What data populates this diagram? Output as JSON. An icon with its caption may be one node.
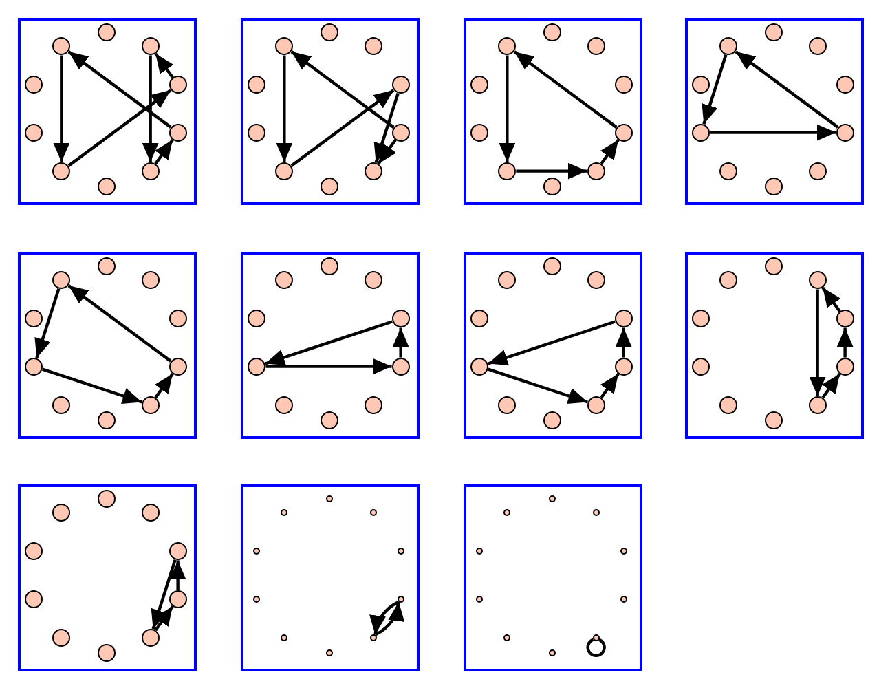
{
  "diagram": {
    "nodes": [
      {
        "text": [],
        "shape": "box"
      },
      {
        "text": [],
        "shape": "circle",
        "in": 0
      },
      {
        "text": [],
        "shape": "circle",
        "in": 0
      },
      {
        "text": [],
        "shape": "circle",
        "in": 0
      },
      {
        "text": [],
        "shape": "circle",
        "in": 0
      },
      {
        "text": [],
        "shape": "circle",
        "in": 0
      },
      {
        "text": [],
        "shape": "circle",
        "in": 0
      },
      {
        "text": [],
        "shape": "circle",
        "in": 0
      },
      {
        "text": [],
        "shape": "circle",
        "in": 0
      },
      {
        "text": [],
        "shape": "circle",
        "in": 0
      },
      {
        "text": [],
        "shape": "circle",
        "in": 0
      },
      {
        "text": [],
        "shape": "box"
      },
      {
        "text": [],
        "shape": "circle",
        "in": 11
      },
      {
        "text": [],
        "shape": "circle",
        "in": 11
      },
      {
        "text": [],
        "shape": "circle",
        "in": 11
      },
      {
        "text": [],
        "shape": "circle",
        "in": 11
      },
      {
        "text": [],
        "shape": "circle",
        "in": 11
      },
      {
        "text": [],
        "shape": "circle",
        "in": 11
      },
      {
        "text": [],
        "shape": "circle",
        "in": 11
      },
      {
        "text": [],
        "shape": "circle",
        "in": 11
      },
      {
        "text": [],
        "shape": "circle",
        "in": 11
      },
      {
        "text": [],
        "shape": "circle",
        "in": 11
      },
      {
        "text": [],
        "shape": "box"
      },
      {
        "text": [],
        "shape": "circle",
        "in": 22
      },
      {
        "text": [],
        "shape": "circle",
        "in": 22
      },
      {
        "text": [],
        "shape": "circle",
        "in": 22
      },
      {
        "text": [],
        "shape": "circle",
        "in": 22
      },
      {
        "text": [],
        "shape": "circle",
        "in": 22
      },
      {
        "text": [],
        "shape": "circle",
        "in": 22
      },
      {
        "text": [],
        "shape": "circle",
        "in": 22
      },
      {
        "text": [],
        "shape": "circle",
        "in": 22
      },
      {
        "text": [],
        "shape": "circle",
        "in": 22
      },
      {
        "text": [],
        "shape": "circle",
        "in": 22
      },
      {
        "text": [],
        "shape": "box"
      },
      {
        "text": [],
        "shape": "circle",
        "in": 33
      },
      {
        "text": [],
        "shape": "circle",
        "in": 33
      },
      {
        "text": [],
        "shape": "circle",
        "in": 33
      },
      {
        "text": [],
        "shape": "circle",
        "in": 33
      },
      {
        "text": [],
        "shape": "circle",
        "in": 33
      },
      {
        "text": [],
        "shape": "circle",
        "in": 33
      },
      {
        "text": [],
        "shape": "circle",
        "in": 33
      },
      {
        "text": [],
        "shape": "circle",
        "in": 33
      },
      {
        "text": [],
        "shape": "circle",
        "in": 33
      },
      {
        "text": [],
        "shape": "circle",
        "in": 33
      },
      {
        "text": [],
        "shape": "box"
      },
      {
        "text": [],
        "shape": "circle",
        "in": 44
      },
      {
        "text": [],
        "shape": "circle",
        "in": 44
      },
      {
        "text": [],
        "shape": "circle",
        "in": 44
      },
      {
        "text": [],
        "shape": "circle",
        "in": 44
      },
      {
        "text": [],
        "shape": "circle",
        "in": 44
      },
      {
        "text": [],
        "shape": "circle",
        "in": 44
      },
      {
        "text": [],
        "shape": "circle",
        "in": 44
      },
      {
        "text": [],
        "shape": "circle",
        "in": 44
      },
      {
        "text": [],
        "shape": "circle",
        "in": 44
      },
      {
        "text": [],
        "shape": "circle",
        "in": 44
      },
      {
        "text": [],
        "shape": "box"
      },
      {
        "text": [],
        "shape": "circle",
        "in": 55
      },
      {
        "text": [],
        "shape": "circle",
        "in": 55
      },
      {
        "text": [],
        "shape": "circle",
        "in": 55
      },
      {
        "text": [],
        "shape": "circle",
        "in": 55
      },
      {
        "text": [],
        "shape": "circle",
        "in": 55
      },
      {
        "text": [],
        "shape": "circle",
        "in": 55
      },
      {
        "text": [],
        "shape": "circle",
        "in": 55
      },
      {
        "text": [],
        "shape": "circle",
        "in": 55
      },
      {
        "text": [],
        "shape": "circle",
        "in": 55
      },
      {
        "text": [],
        "shape": "circle",
        "in": 55
      },
      {
        "text": [],
        "shape": "box"
      },
      {
        "text": [],
        "shape": "circle",
        "in": 66
      },
      {
        "text": [],
        "shape": "circle",
        "in": 66
      },
      {
        "text": [],
        "shape": "circle",
        "in": 66
      },
      {
        "text": [],
        "shape": "circle",
        "in": 66
      },
      {
        "text": [],
        "shape": "circle",
        "in": 66
      },
      {
        "text": [],
        "shape": "circle",
        "in": 66
      },
      {
        "text": [],
        "shape": "circle",
        "in": 66
      },
      {
        "text": [],
        "shape": "circle",
        "in": 66
      },
      {
        "text": [],
        "shape": "circle",
        "in": 66
      },
      {
        "text": [],
        "shape": "circle",
        "in": 66
      },
      {
        "text": [],
        "shape": "box"
      },
      {
        "text": [],
        "shape": "circle",
        "in": 77
      },
      {
        "text": [],
        "shape": "circle",
        "in": 77
      },
      {
        "text": [],
        "shape": "circle",
        "in": 77
      },
      {
        "text": [],
        "shape": "circle",
        "in": 77
      },
      {
        "text": [],
        "shape": "circle",
        "in": 77
      },
      {
        "text": [],
        "shape": "circle",
        "in": 77
      },
      {
        "text": [],
        "shape": "circle",
        "in": 77
      },
      {
        "text": [],
        "shape": "circle",
        "in": 77
      },
      {
        "text": [],
        "shape": "circle",
        "in": 77
      },
      {
        "text": [],
        "shape": "circle",
        "in": 77
      },
      {
        "text": [],
        "shape": "box"
      },
      {
        "text": [],
        "shape": "circle",
        "in": 88
      },
      {
        "text": [],
        "shape": "circle",
        "in": 88
      },
      {
        "text": [],
        "shape": "circle",
        "in": 88
      },
      {
        "text": [],
        "shape": "circle",
        "in": 88
      },
      {
        "text": [],
        "shape": "circle",
        "in": 88
      },
      {
        "text": [],
        "shape": "circle",
        "in": 88
      },
      {
        "text": [],
        "shape": "circle",
        "in": 88
      },
      {
        "text": [],
        "shape": "circle",
        "in": 88
      },
      {
        "text": [],
        "shape": "circle",
        "in": 88
      },
      {
        "text": [],
        "shape": "circle",
        "in": 88
      },
      {
        "text": [],
        "shape": "box"
      },
      {
        "text": [],
        "shape": "circle",
        "in": 99
      },
      {
        "text": [],
        "shape": "circle",
        "in": 99
      },
      {
        "text": [],
        "shape": "circle",
        "in": 99
      },
      {
        "text": [],
        "shape": "circle",
        "in": 99
      },
      {
        "text": [],
        "shape": "circle",
        "in": 99
      },
      {
        "text": [],
        "shape": "circle",
        "in": 99
      },
      {
        "text": [],
        "shape": "circle",
        "in": 99
      },
      {
        "text": [],
        "shape": "circle",
        "in": 99
      },
      {
        "text": [],
        "shape": "circle",
        "in": 99
      },
      {
        "text": [],
        "shape": "circle",
        "in": 99
      },
      {
        "text": [],
        "shape": "box"
      },
      {
        "text": [],
        "shape": "circle",
        "in": 110
      },
      {
        "text": [],
        "shape": "circle",
        "in": 110
      },
      {
        "text": [],
        "shape": "circle",
        "in": 110
      },
      {
        "text": [],
        "shape": "circle",
        "in": 110
      },
      {
        "text": [],
        "shape": "circle",
        "in": 110
      },
      {
        "text": [],
        "shape": "circle",
        "in": 110
      },
      {
        "text": [],
        "shape": "circle",
        "in": 110
      },
      {
        "text": [],
        "shape": "circle",
        "in": 110
      },
      {
        "text": [],
        "shape": "circle",
        "in": 110
      },
      {
        "text": [],
        "shape": "circle",
        "in": 110
      }
    ],
    "edges": [
      {
        "from": 10,
        "to": 7,
        "arrow": "to"
      },
      {
        "from": 4,
        "to": 10,
        "arrow": "to"
      },
      {
        "from": 7,
        "to": 3,
        "arrow": "to"
      },
      {
        "from": 2,
        "to": 5,
        "arrow": "to"
      },
      {
        "from": 3,
        "to": 2,
        "arrow": "to"
      },
      {
        "from": 5,
        "to": 4,
        "arrow": "to"
      },
      {
        "from": 21,
        "to": 18,
        "arrow": "to"
      },
      {
        "from": 15,
        "to": 21,
        "arrow": "to"
      },
      {
        "from": 18,
        "to": 14,
        "arrow": "to"
      },
      {
        "from": 14,
        "to": 16,
        "arrow": "to"
      },
      {
        "from": 15,
        "to": 16,
        "arrow": "to"
      },
      {
        "from": 32,
        "to": 29,
        "arrow": "to"
      },
      {
        "from": 26,
        "to": 32,
        "arrow": "to"
      },
      {
        "from": 29,
        "to": 27,
        "arrow": "to"
      },
      {
        "from": 27,
        "to": 26,
        "arrow": "to"
      },
      {
        "from": 43,
        "to": 41,
        "arrow": "to"
      },
      {
        "from": 37,
        "to": 43,
        "arrow": "to"
      },
      {
        "from": 41,
        "to": 37,
        "arrow": "to"
      },
      {
        "from": 54,
        "to": 52,
        "arrow": "to"
      },
      {
        "from": 48,
        "to": 54,
        "arrow": "to"
      },
      {
        "from": 52,
        "to": 49,
        "arrow": "to"
      },
      {
        "from": 49,
        "to": 48,
        "arrow": "to"
      },
      {
        "from": 58,
        "to": 63,
        "arrow": "to"
      },
      {
        "from": 63,
        "to": 59,
        "arrow": "to"
      },
      {
        "from": 59,
        "to": 58,
        "arrow": "to"
      },
      {
        "from": 69,
        "to": 74,
        "arrow": "to"
      },
      {
        "from": 74,
        "to": 71,
        "arrow": "to"
      },
      {
        "from": 71,
        "to": 70,
        "arrow": "to"
      },
      {
        "from": 70,
        "to": 69,
        "arrow": "to"
      },
      {
        "from": 79,
        "to": 82,
        "arrow": "to"
      },
      {
        "from": 82,
        "to": 81,
        "arrow": "to"
      },
      {
        "from": 81,
        "to": 80,
        "arrow": "to"
      },
      {
        "from": 80,
        "to": 79,
        "arrow": "to"
      },
      {
        "from": 91,
        "to": 93,
        "arrow": "to"
      },
      {
        "from": 93,
        "to": 92,
        "arrow": "to"
      },
      {
        "from": 92,
        "to": 91,
        "arrow": "to"
      },
      {
        "from": 103,
        "to": 104,
        "arrow": "to"
      },
      {
        "from": 104,
        "to": 103,
        "arrow": "to"
      },
      {
        "from": 115,
        "to": 115,
        "arrow": "none"
      }
    ]
  }
}
